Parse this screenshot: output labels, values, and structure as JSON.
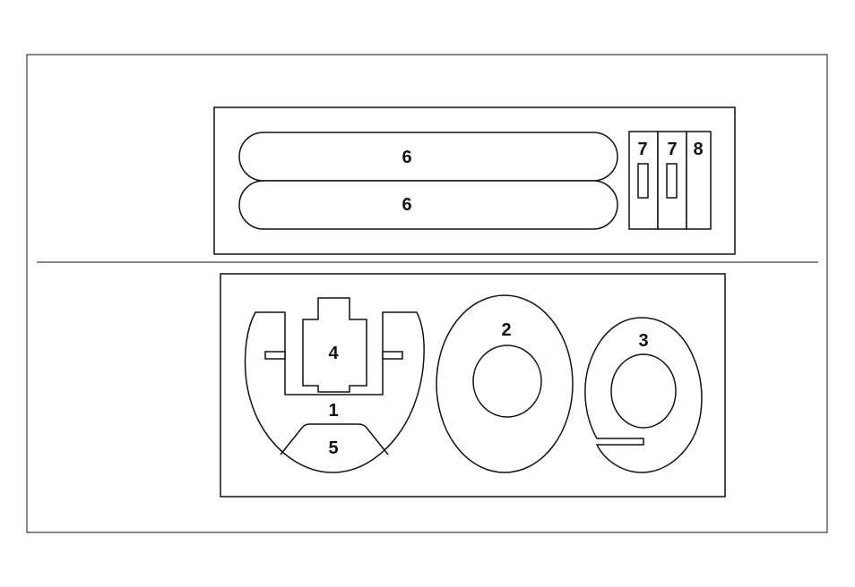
{
  "labels": {
    "pad_upper": "6",
    "pad_lower": "6",
    "strip_a": "7",
    "strip_b": "7",
    "strip_c": "8",
    "piece_1": "1",
    "piece_2": "2",
    "piece_3": "3",
    "piece_4": "4",
    "piece_5": "5"
  },
  "colors": {
    "line": "#111111",
    "background": "#ffffff"
  }
}
